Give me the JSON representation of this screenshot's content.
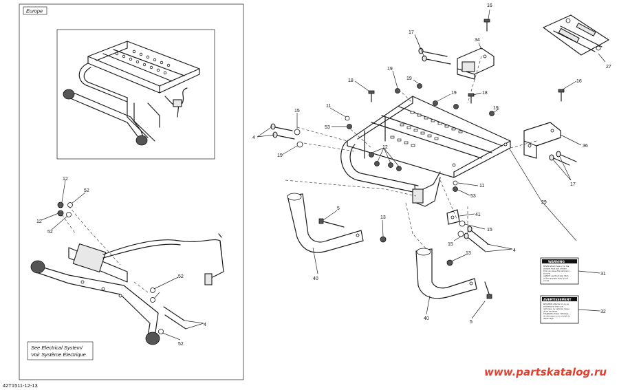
{
  "inset": {
    "region_label": "Europe"
  },
  "note": {
    "line1": "See Electrical System/",
    "line2": "Voir Système Électrique"
  },
  "reference_code": "42T1511-12-13",
  "watermark": "www.partskatalog.ru",
  "decals": {
    "warning_title": "WARNING",
    "warning_lines": [
      "NEVER attach here or on the",
      "bumper hook pull a trailer.",
      "This can cause the vehicle to",
      "tip over.",
      "ALWAYS use the trailer hitch",
      "or the recovery hook to pull",
      "a load."
    ],
    "avertissement_title": "AVERTISSEMENT",
    "avertissement_lines": [
      "NE JAMAIS attacher ici ou au",
      "crochet pour tirer une",
      "remorque. Le véhicule risque",
      "de se renverser.",
      "TOUJOURS utiliser l'attelage",
      "de remorque ou le crochet de",
      "dépannage."
    ]
  },
  "callouts": [
    {
      "n": "16"
    },
    {
      "n": "17"
    },
    {
      "n": "34"
    },
    {
      "n": "27"
    },
    {
      "n": "18"
    },
    {
      "n": "19"
    },
    {
      "n": "19"
    },
    {
      "n": "19"
    },
    {
      "n": "18"
    },
    {
      "n": "19"
    },
    {
      "n": "16"
    },
    {
      "n": "11"
    },
    {
      "n": "15"
    },
    {
      "n": "53"
    },
    {
      "n": "4"
    },
    {
      "n": "15"
    },
    {
      "n": "12"
    },
    {
      "n": "36"
    },
    {
      "n": "17"
    },
    {
      "n": "11"
    },
    {
      "n": "53"
    },
    {
      "n": "29"
    },
    {
      "n": "5"
    },
    {
      "n": "13"
    },
    {
      "n": "41"
    },
    {
      "n": "15"
    },
    {
      "n": "15"
    },
    {
      "n": "4"
    },
    {
      "n": "40"
    },
    {
      "n": "13"
    },
    {
      "n": "40"
    },
    {
      "n": "5"
    },
    {
      "n": "31"
    },
    {
      "n": "32"
    },
    {
      "n": "12"
    },
    {
      "n": "52"
    },
    {
      "n": "12"
    },
    {
      "n": "52"
    },
    {
      "n": "52"
    },
    {
      "n": "4"
    },
    {
      "n": "52"
    }
  ]
}
